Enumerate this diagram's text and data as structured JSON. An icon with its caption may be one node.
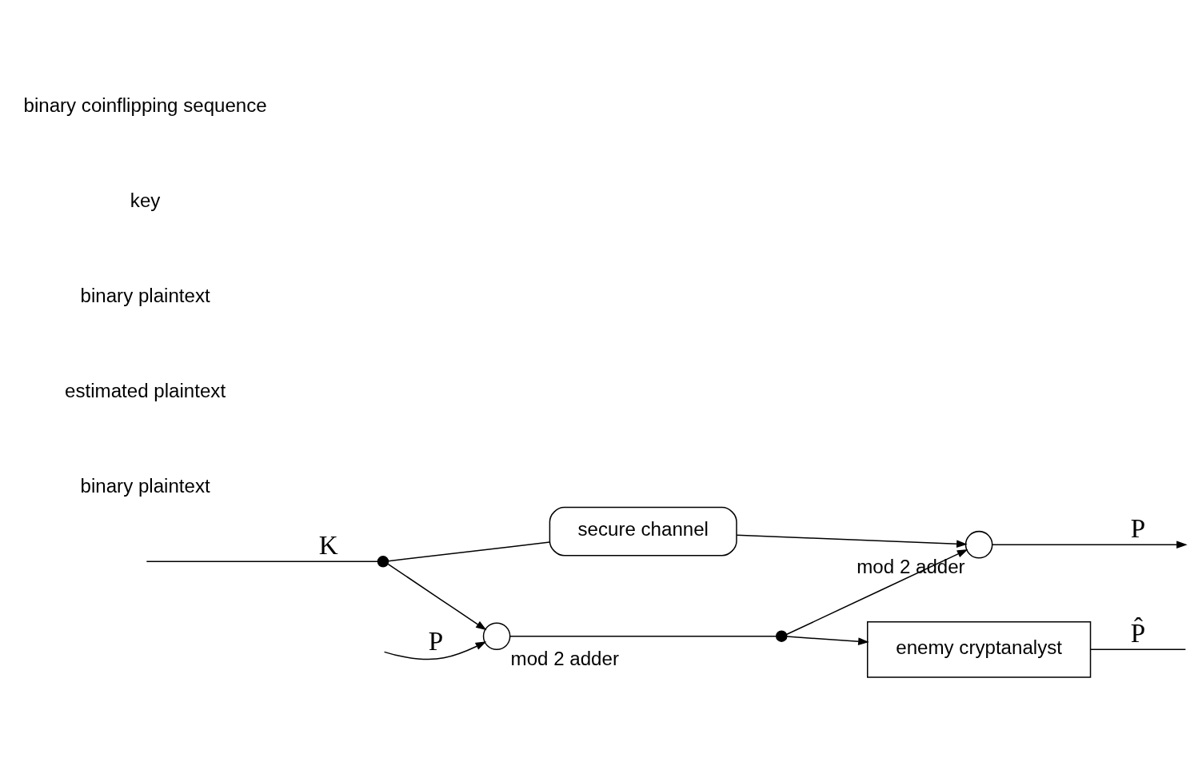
{
  "diagram": {
    "nodes": [
      {
        "text": [],
        "shape": "circle",
        "beside": [
          "mod 2 adder"
        ]
      },
      {
        "text": [],
        "shape": "dot"
      },
      {
        "text": [],
        "shape": "circle",
        "beside": [
          "mod 2 adder"
        ]
      },
      {
        "text": [
          "enemy cryptanalyst"
        ]
      },
      {
        "text": [
          "secure channel"
        ]
      },
      {
        "text": [],
        "shape": "dot"
      }
    ],
    "edges": [
      {
        "from": null,
        "to": 0,
        "arrow": "to",
        "label": "P"
      },
      {
        "from": 0,
        "to": 1,
        "arrow": "none"
      },
      {
        "from": 1,
        "to": 2,
        "arrow": "to"
      },
      {
        "from": 1,
        "to": 3,
        "arrow": "to"
      },
      {
        "from": 3,
        "to": null,
        "arrow": "none",
        "label": "P̂"
      },
      {
        "from": 2,
        "to": null,
        "arrow": "to",
        "label": "P"
      },
      {
        "from": null,
        "to": 5,
        "arrow": "none",
        "label": "K"
      },
      {
        "from": 5,
        "to": 0,
        "arrow": "to"
      },
      {
        "from": 5,
        "to": 4,
        "arrow": "none"
      },
      {
        "from": 4,
        "to": 2,
        "arrow": "to"
      }
    ],
    "labels": [
      "binary plaintext",
      "estimated plaintext",
      "binary plaintext",
      "key",
      "binary coinflipping sequence"
    ]
  }
}
